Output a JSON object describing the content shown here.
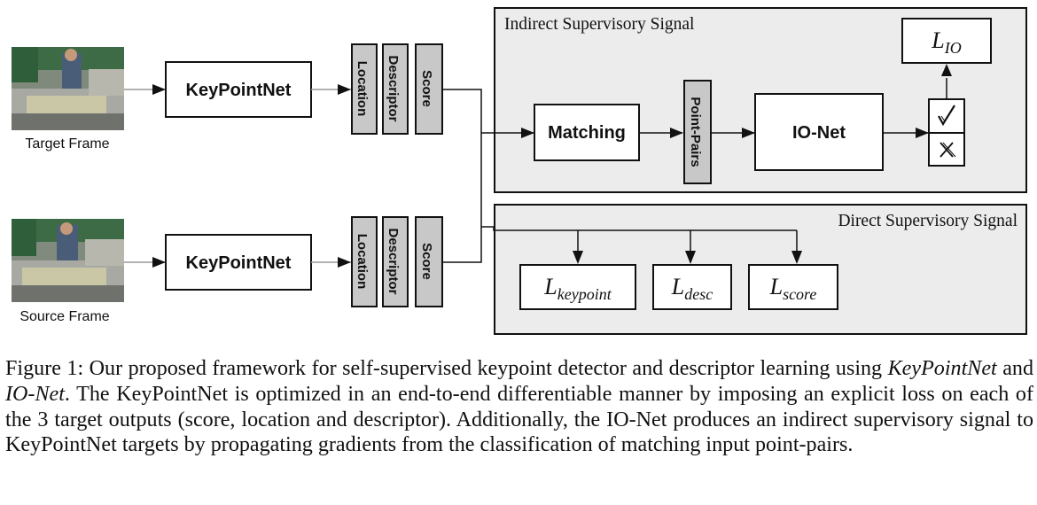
{
  "colors": {
    "panel_fill": "#ececec",
    "output_box_fill": "#c8c8c8",
    "stroke": "#111111"
  },
  "frames": {
    "target_label": "Target Frame",
    "source_label": "Source Frame"
  },
  "keypointnet": {
    "top_label": "KeyPointNet",
    "bottom_label": "KeyPointNet"
  },
  "outputs": [
    "Location",
    "Descriptor",
    "Score"
  ],
  "indirect_panel": {
    "title": "Indirect Supervisory Signal",
    "matching_label": "Matching",
    "point_pairs_label": "Point-Pairs",
    "ionet_label": "IO-Net",
    "loss_base": "L",
    "loss_sub": "IO",
    "check_icon": "check-icon",
    "cross_icon": "cross-icon"
  },
  "direct_panel": {
    "title": "Direct Supervisory Signal",
    "losses": [
      {
        "base": "L",
        "sub": "keypoint"
      },
      {
        "base": "L",
        "sub": "desc"
      },
      {
        "base": "L",
        "sub": "score"
      }
    ]
  },
  "caption": {
    "lead": "Figure 1: Our proposed framework for self-supervised keypoint detector and descriptor learning using ",
    "em1": "KeyPointNet",
    "mid": " and ",
    "em2": "IO-Net",
    "rest": ". The KeyPointNet is optimized in an end-to-end differentiable manner by imposing an explicit loss on each of the 3 target outputs (score, location and descriptor). Additionally, the IO-Net produces an indirect supervisory signal to KeyPointNet targets by propagating gradients from the classification of matching input point-pairs."
  }
}
